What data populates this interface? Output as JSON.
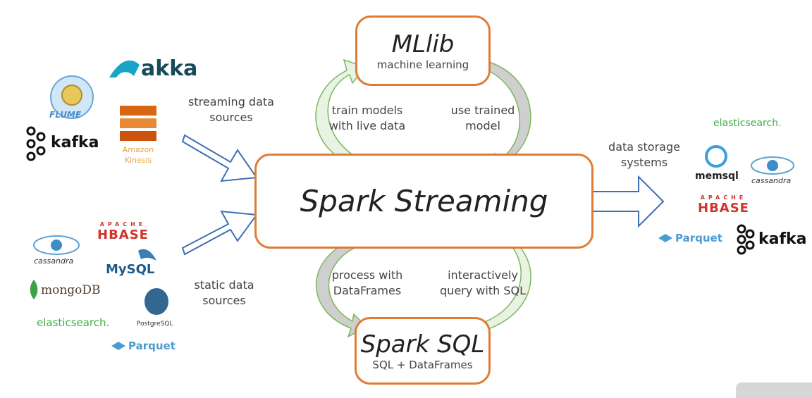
{
  "center": {
    "title": "Spark Streaming"
  },
  "top": {
    "title": "MLlib",
    "subtitle": "machine learning"
  },
  "bottom": {
    "title": "Spark SQL",
    "subtitle": "SQL + DataFrames"
  },
  "loop_labels": {
    "train": [
      "train models",
      "with live data"
    ],
    "use": [
      "use trained",
      "model"
    ],
    "process": [
      "process with",
      "DataFrames"
    ],
    "query": [
      "interactively",
      "query with SQL"
    ]
  },
  "inputs": {
    "streaming": [
      "streaming data",
      "sources"
    ],
    "static": [
      "static data",
      "sources"
    ]
  },
  "outputs": {
    "storage": [
      "data storage",
      "systems"
    ]
  },
  "logos": {
    "streaming_sources": {
      "akka": "akka",
      "flume": "FLUME",
      "kafka": "kafka",
      "kinesis": [
        "Amazon",
        "Kinesis"
      ]
    },
    "static_sources": {
      "hbase_small": "APACHE",
      "hbase": "HBASE",
      "cassandra": "cassandra",
      "mysql": "MySQL",
      "mongodb": "mongoDB",
      "elastic": "elasticsearch.",
      "postgres": "PostgreSQL",
      "parquet": "Parquet"
    },
    "sinks": {
      "elastic": "elasticsearch.",
      "memsql": "memsql",
      "cassandra": "cassandra",
      "hbase_small": "APACHE",
      "hbase": "HBASE",
      "parquet": "Parquet",
      "kafka": "kafka"
    }
  },
  "colors": {
    "box_border": "#e07b35",
    "loop_green": "#7ab85a",
    "loop_gray": "#c8c8c8",
    "arrow_blue": "#3f6fb5",
    "elastic_green": "#3fae49",
    "hbase_red": "#d0342c",
    "parquet_blue": "#4b9cd3"
  }
}
